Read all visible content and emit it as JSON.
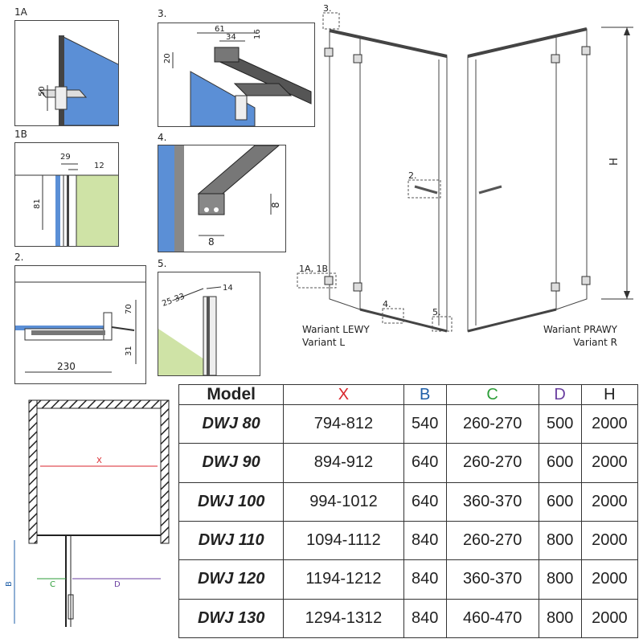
{
  "detail_labels": {
    "d1a": "1A",
    "d1b": "1B",
    "d2": "2.",
    "d3": "3.",
    "d4": "4.",
    "d5": "5."
  },
  "dims": {
    "d1a_h": "50",
    "d1b_w1": "29",
    "d1b_w2": "12",
    "d1b_h": "81",
    "d2_h1": "70",
    "d2_h2": "31",
    "d2_w": "230",
    "d3_w1": "61",
    "d3_w2": "34",
    "d3_w3": "16",
    "d3_h": "20",
    "d4_w": "8",
    "d4_h": "8",
    "d5_a": "25-33",
    "d5_b": "14"
  },
  "door_callouts": {
    "c3": "3.",
    "c2": "2.",
    "c1": "1A, 1B",
    "c4": "4.",
    "c5": "5.",
    "height": "H"
  },
  "variants": {
    "left_line1": "Wariant LEWY",
    "left_line2": "Variant L",
    "right_line1": "Wariant PRAWY",
    "right_line2": "Variant R"
  },
  "plan_labels": {
    "x": "X",
    "b": "B",
    "c": "C",
    "d": "D"
  },
  "colors": {
    "x": "#d9262c",
    "b": "#1f5fa8",
    "c": "#2e9e3a",
    "d": "#6a3fa0",
    "glass": "#5b8fd6",
    "wall": "#cfe3a6"
  },
  "table": {
    "headers": {
      "model": "Model",
      "x": "X",
      "b": "B",
      "c": "C",
      "d": "D",
      "h": "H"
    },
    "rows": [
      {
        "model": "DWJ 80",
        "x": "794-812",
        "b": "540",
        "c": "260-270",
        "d": "500",
        "h": "2000"
      },
      {
        "model": "DWJ 90",
        "x": "894-912",
        "b": "640",
        "c": "260-270",
        "d": "600",
        "h": "2000"
      },
      {
        "model": "DWJ 100",
        "x": "994-1012",
        "b": "640",
        "c": "360-370",
        "d": "600",
        "h": "2000"
      },
      {
        "model": "DWJ 110",
        "x": "1094-1112",
        "b": "840",
        "c": "260-270",
        "d": "800",
        "h": "2000"
      },
      {
        "model": "DWJ 120",
        "x": "1194-1212",
        "b": "840",
        "c": "360-370",
        "d": "800",
        "h": "2000"
      },
      {
        "model": "DWJ 130",
        "x": "1294-1312",
        "b": "840",
        "c": "460-470",
        "d": "800",
        "h": "2000"
      }
    ]
  }
}
